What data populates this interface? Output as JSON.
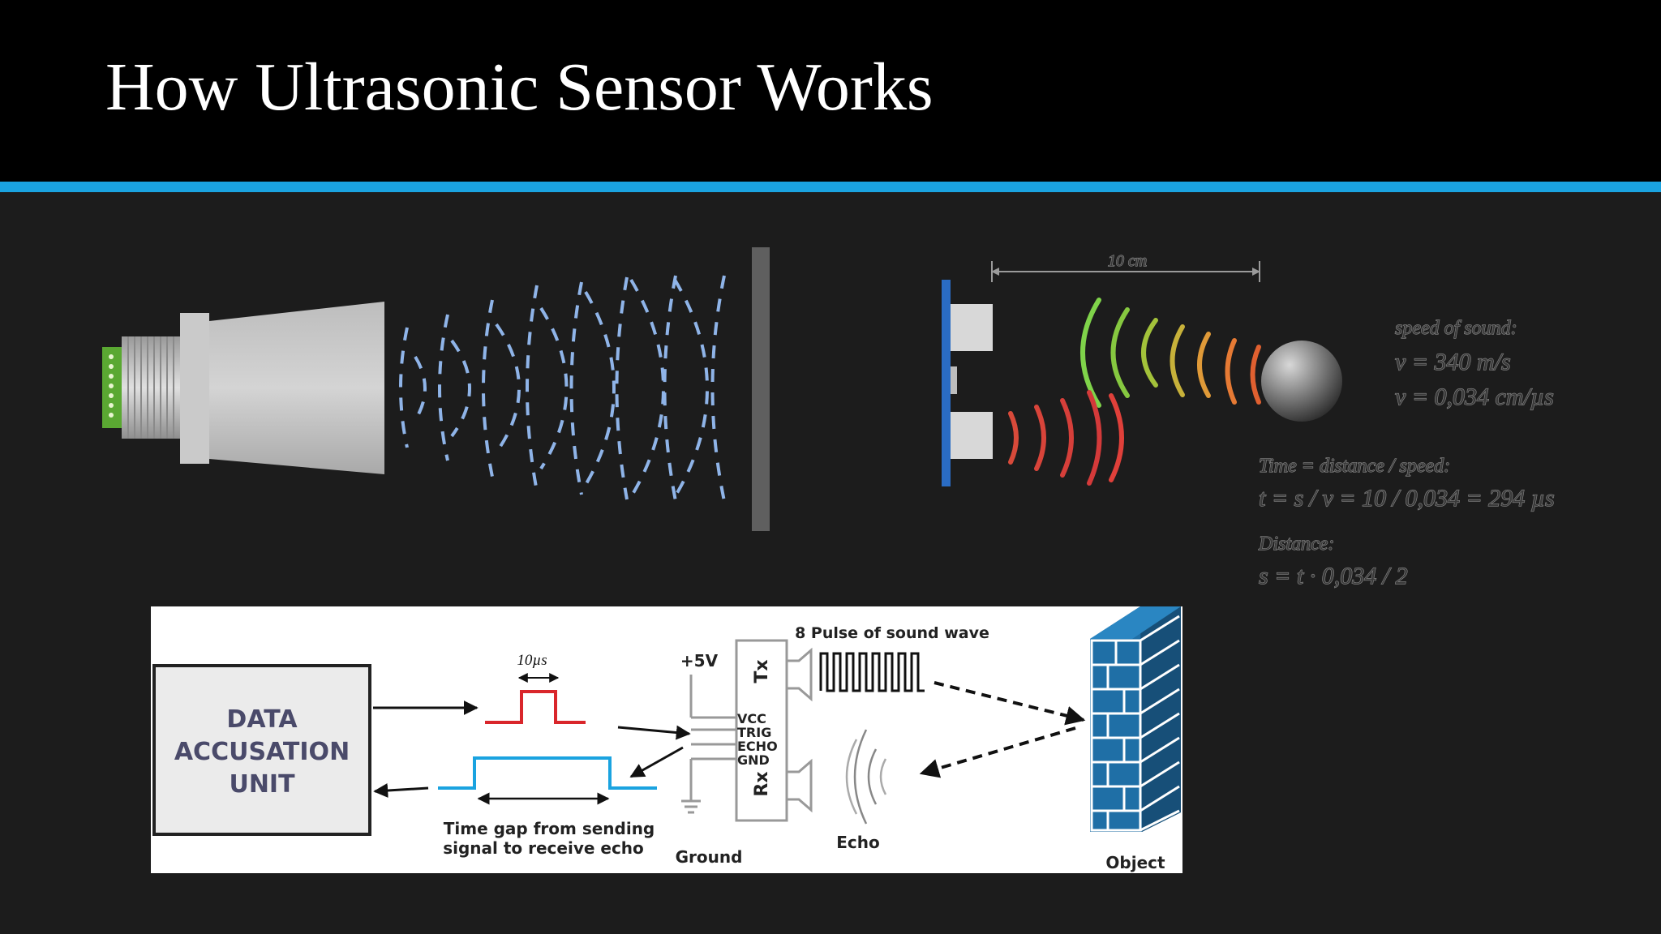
{
  "slide": {
    "title": "How Ultrasonic Sensor Works",
    "colors": {
      "background": "#1c1c1c",
      "title_bar": "#000000",
      "accent": "#1aa3e0",
      "pulse": "#d9262b",
      "echo_signal": "#1aa3e0",
      "wall": "#1f6fa6"
    }
  },
  "measurement": {
    "distance_label": "10 cm",
    "speed_heading": "speed of sound:",
    "speed_ms": "v = 340 m/s",
    "speed_cmus": "v = 0,034 cm/µs",
    "time_heading": "Time = distance / speed:",
    "time_formula": "t = s / v = 10 / 0,034 = 294 µs",
    "distance_heading": "Distance:",
    "distance_formula": "s = t · 0,034 / 2"
  },
  "timing_diagram": {
    "unit_line1": "DATA",
    "unit_line2": "ACCUSATION",
    "unit_line3": "UNIT",
    "pulse_width": "10µs",
    "supply": "+5V",
    "pins": [
      "VCC",
      "TRIG",
      "ECHO",
      "GND"
    ],
    "tx": "Tx",
    "rx": "Rx",
    "burst_label": "8 Pulse of sound wave",
    "gap_line1": "Time gap from sending",
    "gap_line2": "signal to receive echo",
    "ground": "Ground",
    "echo": "Echo",
    "object": "Object"
  }
}
